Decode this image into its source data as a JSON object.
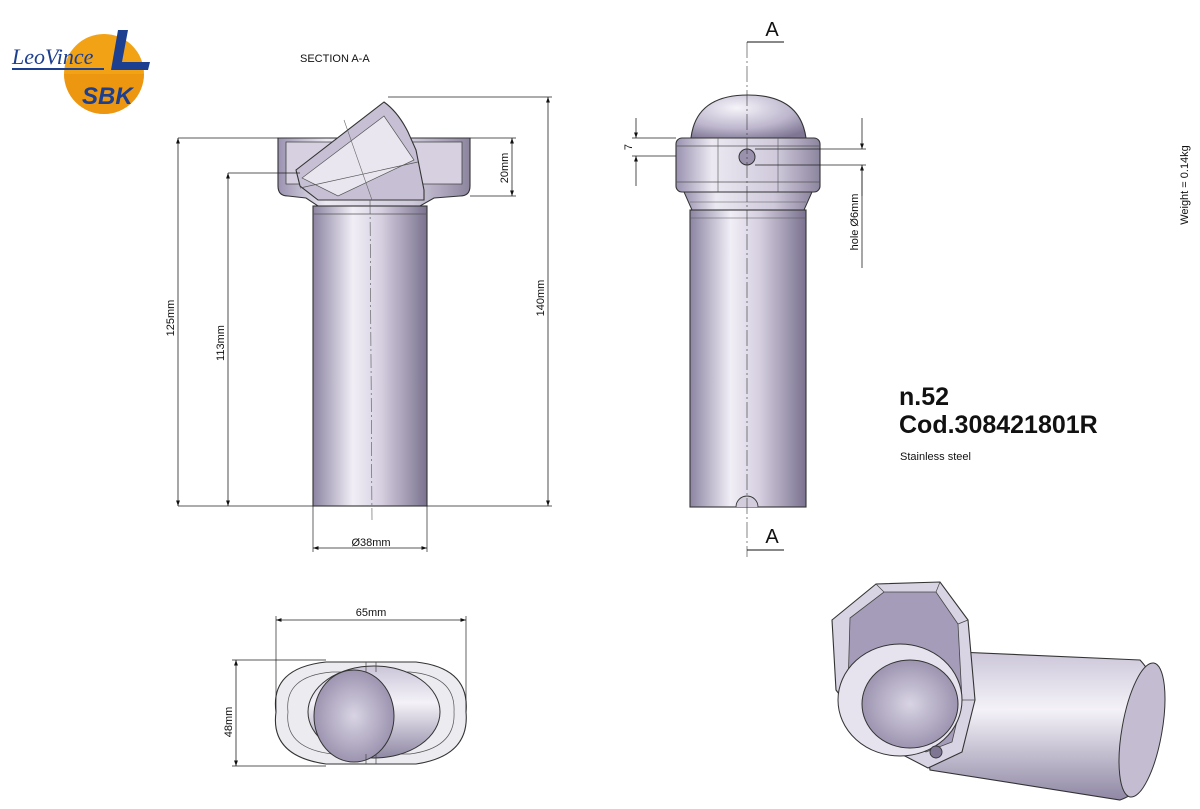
{
  "brand": {
    "name": "LeoVince",
    "series": "SBK"
  },
  "section_title": "SECTION A-A",
  "part": {
    "number": "n.52",
    "code": "Cod.308421801R",
    "material": "Stainless steel"
  },
  "weight": "Weight = 0.14kg",
  "dimensions": {
    "height_125": "125mm",
    "height_113": "113mm",
    "height_140": "140mm",
    "height_20": "20mm",
    "diameter_38": "Ø38mm",
    "hole_6": "hole Ø6mm",
    "offset_7": "7",
    "width_65": "65mm",
    "depth_48": "48mm"
  },
  "section_marks": {
    "top": "A",
    "bottom": "A"
  },
  "colors": {
    "metal_light": "#e4e0ec",
    "metal_mid": "#b6aec8",
    "metal_dark": "#7d7592",
    "logo_orange": "#f2a215",
    "logo_blue": "#1d3f8f"
  }
}
